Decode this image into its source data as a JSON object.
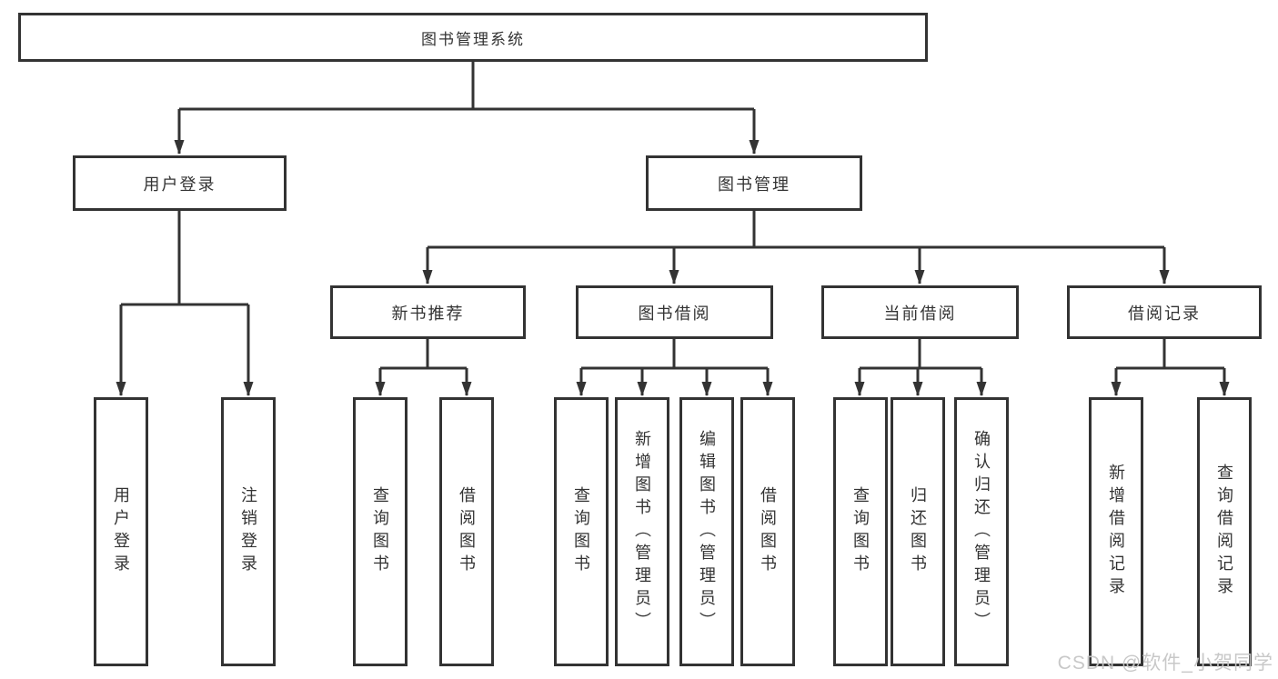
{
  "diagram_type": "hierarchy",
  "colors": {
    "line": "#333333",
    "box_border": "#333333",
    "text": "#333333",
    "background": "#ffffff",
    "watermark": "#c6c6c6"
  },
  "root": {
    "label": "图书管理系统",
    "children": [
      {
        "label": "用户登录",
        "children": [
          {
            "label": "用户登录"
          },
          {
            "label": "注销登录"
          }
        ]
      },
      {
        "label": "图书管理",
        "children": [
          {
            "label": "新书推荐",
            "children": [
              {
                "label": "查询图书"
              },
              {
                "label": "借阅图书"
              }
            ]
          },
          {
            "label": "图书借阅",
            "children": [
              {
                "label": "查询图书"
              },
              {
                "label": "新增图书（管理员）"
              },
              {
                "label": "编辑图书（管理员）"
              },
              {
                "label": "借阅图书"
              }
            ]
          },
          {
            "label": "当前借阅",
            "children": [
              {
                "label": "查询图书"
              },
              {
                "label": "归还图书"
              },
              {
                "label": "确认归还（管理员）"
              }
            ]
          },
          {
            "label": "借阅记录",
            "children": [
              {
                "label": "新增借阅记录"
              },
              {
                "label": "查询借阅记录"
              }
            ]
          }
        ]
      }
    ]
  },
  "watermark": {
    "text": "CSDN @软件_小贺同学"
  }
}
